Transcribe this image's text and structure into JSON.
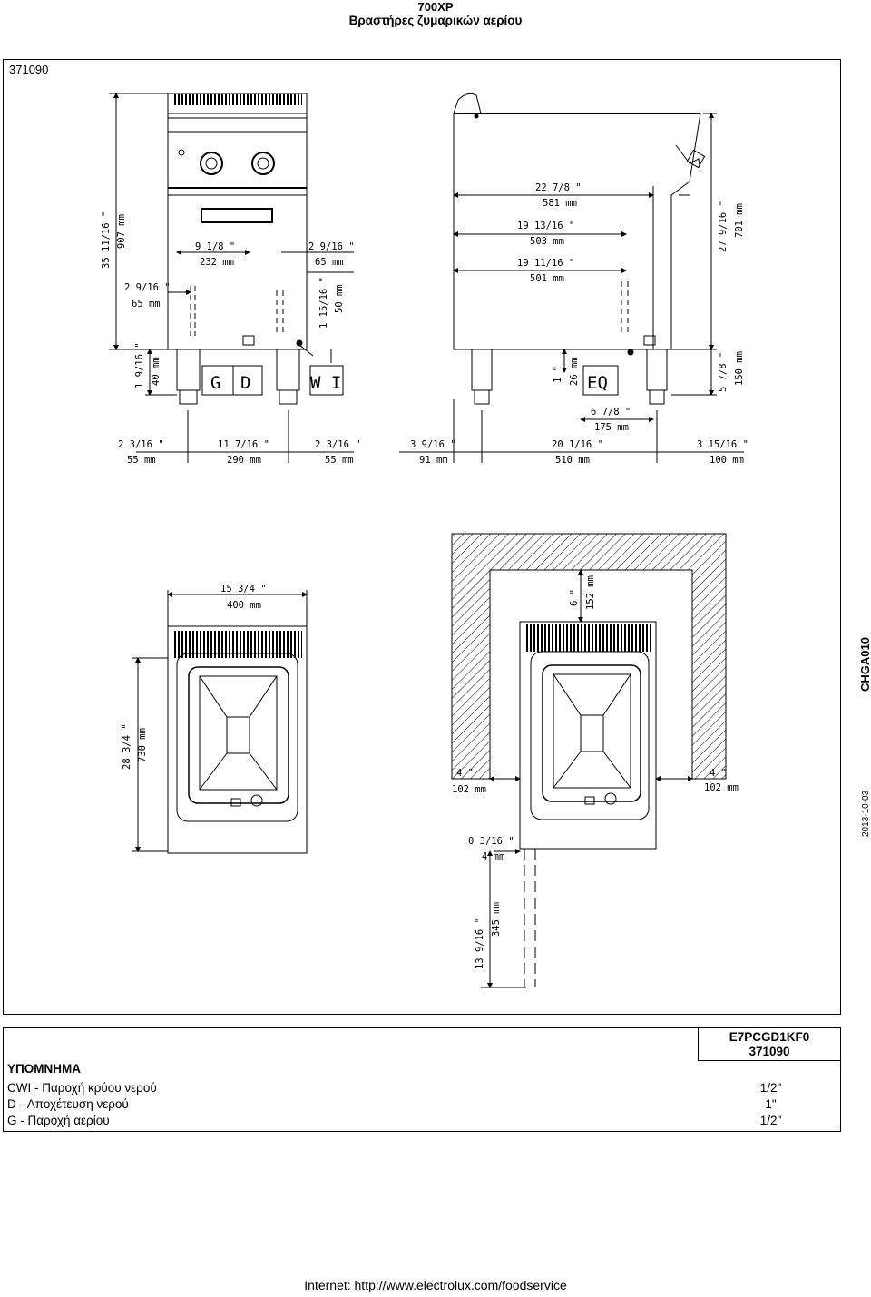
{
  "header": {
    "model": "700XP",
    "title": "Βραστήρες ζυμαρικών αερίου"
  },
  "doc_code": "371090",
  "side_code": "CHGA010",
  "date": "2013-10-03",
  "connections": {
    "g": "G",
    "d": "D",
    "wi": "W I",
    "eq": "EQ"
  },
  "front": {
    "h_total": {
      "in": "35 11/16 \"",
      "mm": "907 mm"
    },
    "h_side": {
      "in": "2 9/16 \"",
      "mm": "65 mm"
    },
    "w_left": {
      "in": "9 1/8 \"",
      "mm": "232 mm"
    },
    "w_right": {
      "in": "2 9/16 \"",
      "mm": "65 mm"
    },
    "h_conn": {
      "in": "1 15/16 \"",
      "mm": "50 mm"
    },
    "h_leg": {
      "in": "1 9/16 \"",
      "mm": "40 mm"
    },
    "b_left": {
      "in": "2 3/16 \"",
      "mm": "55 mm"
    },
    "b_mid": {
      "in": "11 7/16 \"",
      "mm": "290 mm"
    },
    "b_right": {
      "in": "2 3/16 \"",
      "mm": "55 mm"
    }
  },
  "side": {
    "d1": {
      "in": "22 7/8 \"",
      "mm": "581 mm"
    },
    "d2": {
      "in": "19 13/16 \"",
      "mm": "503 mm"
    },
    "d3": {
      "in": "19 11/16 \"",
      "mm": "501 mm"
    },
    "h_top": {
      "in": "27 9/16 \"",
      "mm": "701 mm"
    },
    "h_eq": {
      "in": "1 \"",
      "mm": "26 mm"
    },
    "eq_off": {
      "in": "6 7/8 \"",
      "mm": "175 mm"
    },
    "h_base": {
      "in": "5 7/8 \"",
      "mm": "150 mm"
    },
    "b_left": {
      "in": "3 9/16 \"",
      "mm": "91 mm"
    },
    "b_mid": {
      "in": "20 1/16 \"",
      "mm": "510 mm"
    },
    "b_right": {
      "in": "3 15/16 \"",
      "mm": "100 mm"
    }
  },
  "top": {
    "width": {
      "in": "15 3/4 \"",
      "mm": "400 mm"
    },
    "depth": {
      "in": "28 3/4 \"",
      "mm": "730 mm"
    },
    "wall_back": {
      "in": "6 \"",
      "mm": "152 mm"
    },
    "wall_left": {
      "in": "4 \"",
      "mm": "102 mm"
    },
    "wall_right": {
      "in": "4 \"",
      "mm": "102 mm"
    },
    "gap": {
      "in": "0 3/16 \"",
      "mm": "4 mm"
    },
    "drain": {
      "in": "13 9/16 \"",
      "mm": "345 mm"
    }
  },
  "legend": {
    "model": "E7PCGD1KF0",
    "code": "371090",
    "title": "ΥΠΟΜΝΗΜΑ",
    "rows": [
      {
        "label": "CWI - Παροχή κρύου νερού",
        "value": "1/2\""
      },
      {
        "label": "D - Αποχέτευση νερού",
        "value": "1\""
      },
      {
        "label": "G - Παροχή αερίου",
        "value": "1/2\""
      }
    ]
  },
  "footer": "Internet: http://www.electrolux.com/foodservice"
}
